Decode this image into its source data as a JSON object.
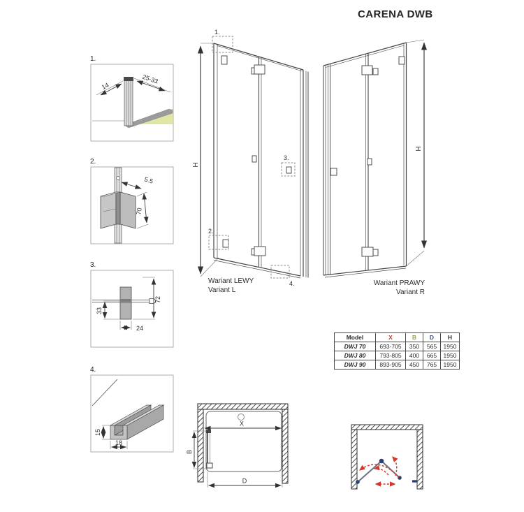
{
  "title": "CARENA DWB",
  "details": [
    {
      "label": "1.",
      "dims": [
        "14",
        "25-33"
      ]
    },
    {
      "label": "2.",
      "dims": [
        "5.5",
        "70"
      ]
    },
    {
      "label": "3.",
      "dims": [
        "33",
        "72",
        "24"
      ]
    },
    {
      "label": "4.",
      "dims": [
        "15",
        "18"
      ]
    }
  ],
  "doors": {
    "left": {
      "caption_pl": "Wariant LEWY",
      "caption_en": "Variant L",
      "height_label": "H",
      "callouts": [
        "1.",
        "2.",
        "3.",
        "4."
      ]
    },
    "right": {
      "caption_pl": "Wariant PRAWY",
      "caption_en": "Variant R",
      "height_label": "H"
    }
  },
  "plan": {
    "x_label": "X",
    "b_label": "B",
    "d_label": "D"
  },
  "table": {
    "headers": [
      "Model",
      "X",
      "B",
      "D",
      "H"
    ],
    "rows": [
      [
        "DWJ 70",
        "693-705",
        "350",
        "565",
        "1950"
      ],
      [
        "DWJ 80",
        "793-805",
        "400",
        "665",
        "1950"
      ],
      [
        "DWJ 90",
        "893-905",
        "450",
        "765",
        "1950"
      ]
    ]
  },
  "colors": {
    "x": "#c13b3b",
    "b": "#98a04f",
    "d": "#3f4a78",
    "h": "#2e2e2e",
    "red": "#d2392e",
    "blue": "#2c4170",
    "floor": "#e0e7a6",
    "line": "#454545"
  }
}
